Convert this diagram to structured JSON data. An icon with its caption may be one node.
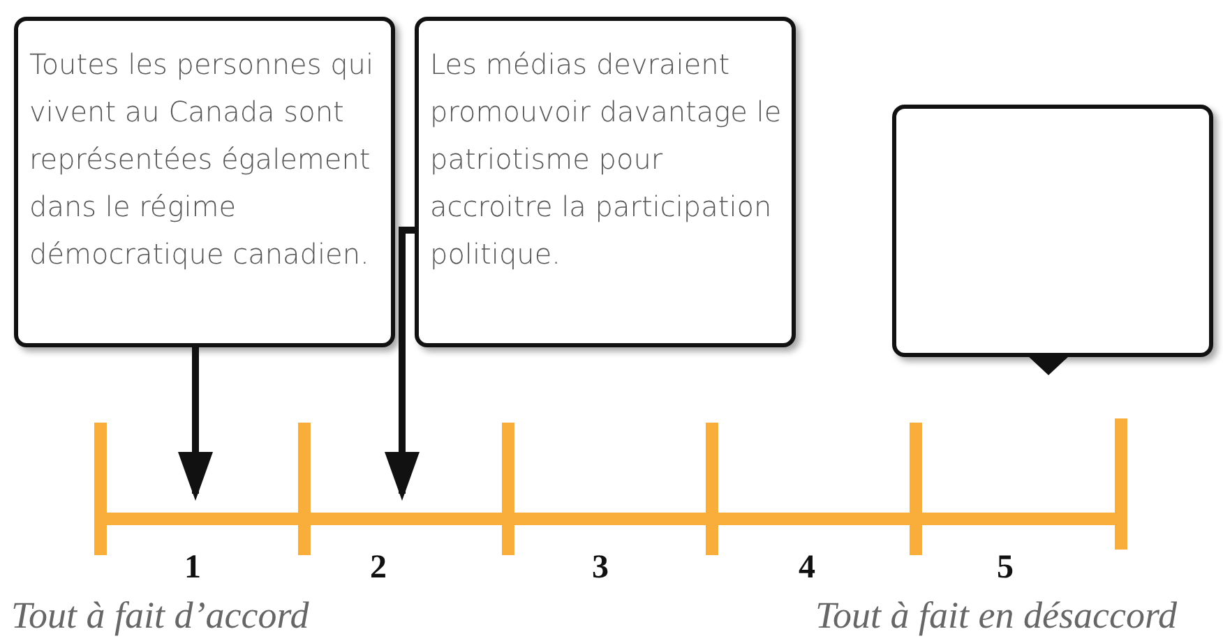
{
  "diagram": {
    "nodes": [
      {
        "text": [
          "Toutes les personnes qui vivent au Canada sont représentées également dans le régime démocratique canadien."
        ]
      },
      {
        "text": [
          "Les médias devraient promouvoir davantage le patriotisme pour accroitre la participation politique."
        ]
      },
      {
        "text": [],
        "shape": "box"
      }
    ],
    "edges": [
      {
        "from": 0,
        "to": null,
        "arrow": "to"
      },
      {
        "from": 1,
        "to": null,
        "arrow": "to"
      }
    ],
    "labels": [
      "1",
      "2",
      "3",
      "4",
      "5",
      "Tout à fait d’accord",
      "Tout à fait en désaccord"
    ]
  }
}
